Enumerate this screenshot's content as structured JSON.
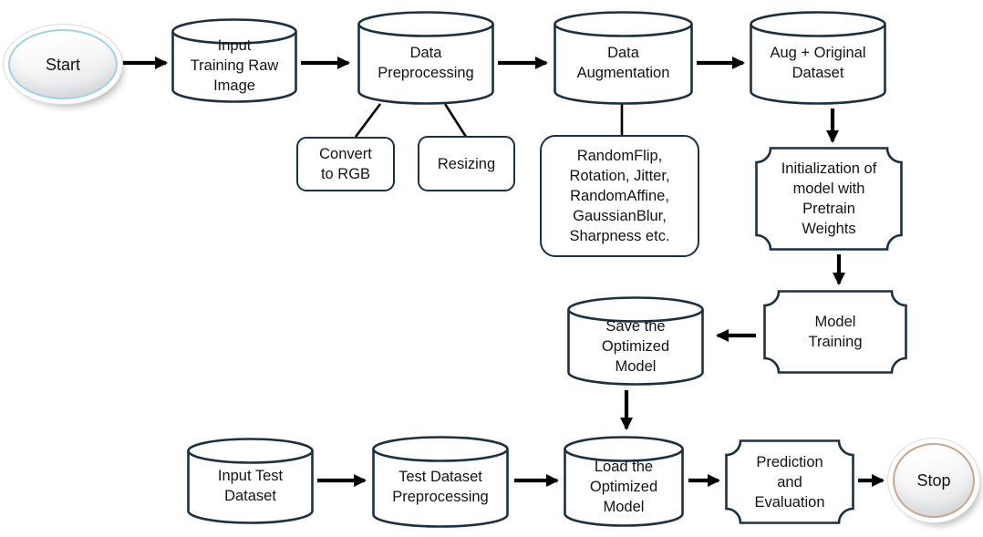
{
  "colors": {
    "outline": "#1b3141",
    "arrow": "#000000",
    "text": "#141414",
    "start_ring": "#a2d2e5",
    "stop_ring": "#c8a78f",
    "shape_fill": "#ffffff"
  },
  "nodes": {
    "start": {
      "label": "Start",
      "shape": "terminator-oval"
    },
    "input_training_raw_image": {
      "label": "Input\nTraining Raw\nImage",
      "shape": "cylinder"
    },
    "data_preprocessing": {
      "label": "Data\nPreprocessing",
      "shape": "cylinder"
    },
    "data_augmentation": {
      "label": "Data\nAugmentation",
      "shape": "cylinder"
    },
    "aug_original_dataset": {
      "label": "Aug + Original\nDataset",
      "shape": "cylinder"
    },
    "convert_to_rgb": {
      "label": "Convert\nto RGB",
      "shape": "rounded-rectangle"
    },
    "resizing": {
      "label": "Resizing",
      "shape": "rounded-rectangle"
    },
    "augmentation_ops": {
      "label": "RandomFlip,\nRotation, Jitter,\nRandomAffine,\nGaussianBlur,\nSharpness etc.",
      "shape": "rounded-rectangle"
    },
    "initialization_pretrain": {
      "label": "Initialization of\nmodel with\nPretrain\nWeights",
      "shape": "plaque"
    },
    "model_training": {
      "label": "Model\nTraining",
      "shape": "plaque"
    },
    "save_optimized_model": {
      "label": "Save the\nOptimized\nModel",
      "shape": "cylinder"
    },
    "input_test_dataset": {
      "label": "Input Test\nDataset",
      "shape": "cylinder"
    },
    "test_dataset_preprocessing": {
      "label": "Test Dataset\nPreprocessing",
      "shape": "cylinder"
    },
    "load_optimized_model": {
      "label": "Load the\nOptimized\nModel",
      "shape": "cylinder"
    },
    "prediction_evaluation": {
      "label": "Prediction\nand\nEvaluation",
      "shape": "plaque"
    },
    "stop": {
      "label": "Stop",
      "shape": "terminator-oval"
    }
  },
  "connections": [
    {
      "from": "start",
      "to": "input_training_raw_image",
      "type": "arrow"
    },
    {
      "from": "input_training_raw_image",
      "to": "data_preprocessing",
      "type": "arrow"
    },
    {
      "from": "data_preprocessing",
      "to": "data_augmentation",
      "type": "arrow"
    },
    {
      "from": "data_augmentation",
      "to": "aug_original_dataset",
      "type": "arrow"
    },
    {
      "from": "aug_original_dataset",
      "to": "initialization_pretrain",
      "type": "arrow"
    },
    {
      "from": "initialization_pretrain",
      "to": "model_training",
      "type": "arrow"
    },
    {
      "from": "model_training",
      "to": "save_optimized_model",
      "type": "arrow"
    },
    {
      "from": "save_optimized_model",
      "to": "load_optimized_model",
      "type": "arrow"
    },
    {
      "from": "data_preprocessing",
      "to": "convert_to_rgb",
      "type": "line"
    },
    {
      "from": "data_preprocessing",
      "to": "resizing",
      "type": "line"
    },
    {
      "from": "data_augmentation",
      "to": "augmentation_ops",
      "type": "line"
    },
    {
      "from": "input_test_dataset",
      "to": "test_dataset_preprocessing",
      "type": "arrow"
    },
    {
      "from": "test_dataset_preprocessing",
      "to": "load_optimized_model",
      "type": "arrow"
    },
    {
      "from": "load_optimized_model",
      "to": "prediction_evaluation",
      "type": "arrow"
    },
    {
      "from": "prediction_evaluation",
      "to": "stop",
      "type": "arrow"
    }
  ]
}
